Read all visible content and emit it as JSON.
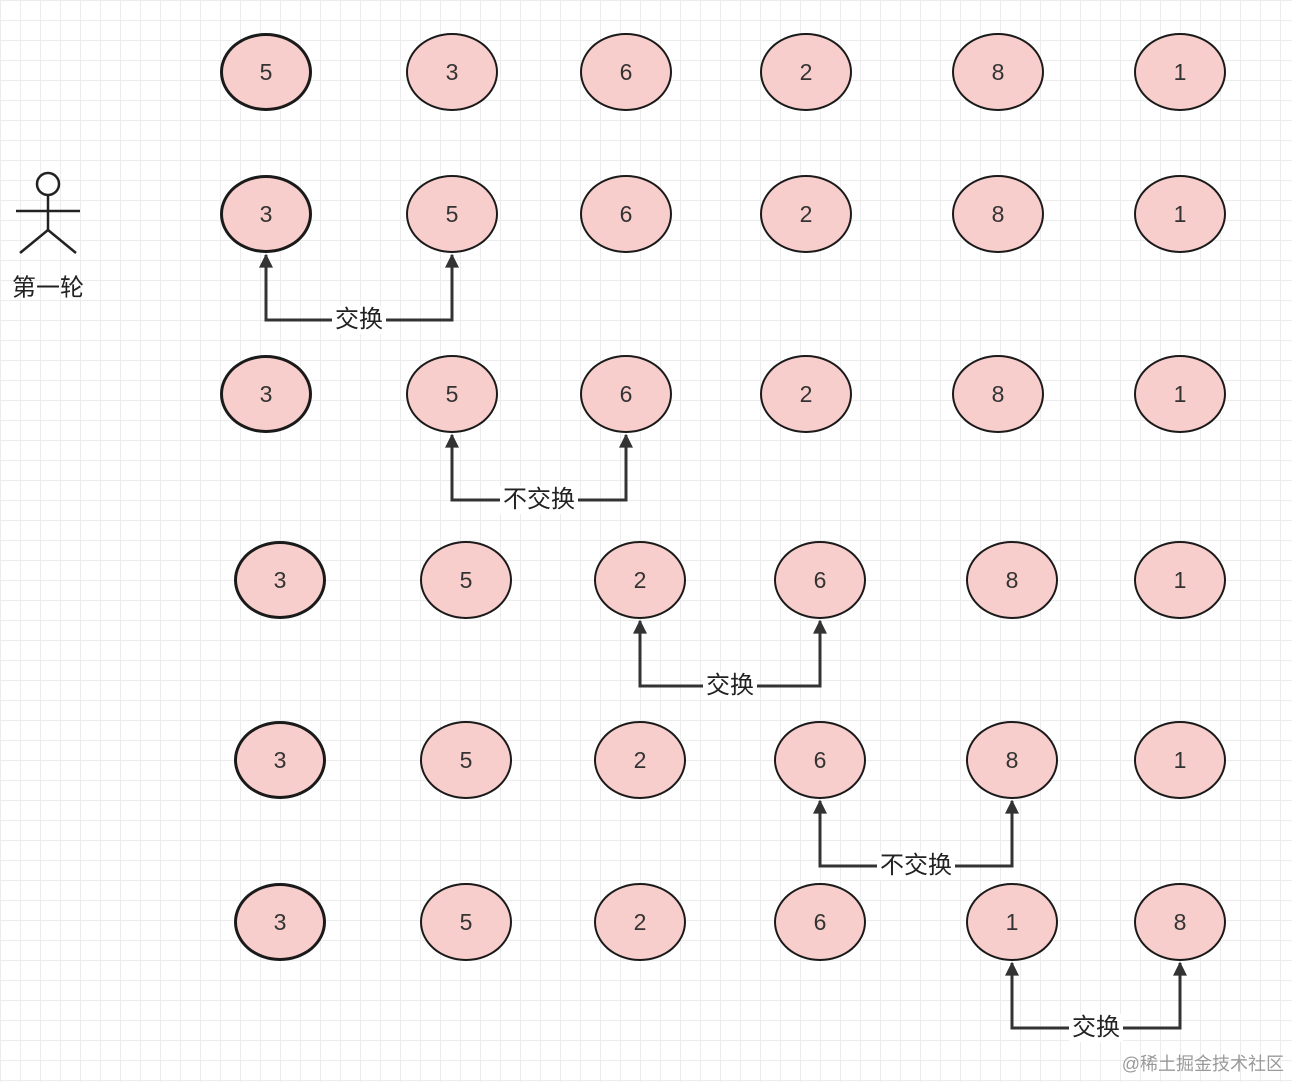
{
  "rows": [
    [
      "5",
      "3",
      "6",
      "2",
      "8",
      "1"
    ],
    [
      "3",
      "5",
      "6",
      "2",
      "8",
      "1"
    ],
    [
      "3",
      "5",
      "6",
      "2",
      "8",
      "1"
    ],
    [
      "3",
      "5",
      "2",
      "6",
      "8",
      "1"
    ],
    [
      "3",
      "5",
      "2",
      "6",
      "8",
      "1"
    ],
    [
      "3",
      "5",
      "2",
      "6",
      "1",
      "8"
    ]
  ],
  "comparisons": [
    {
      "row": 1,
      "from": 0,
      "to": 1,
      "label": "交换"
    },
    {
      "row": 2,
      "from": 1,
      "to": 2,
      "label": "不交换"
    },
    {
      "row": 3,
      "from": 2,
      "to": 3,
      "label": "交换"
    },
    {
      "row": 4,
      "from": 3,
      "to": 4,
      "label": "不交换"
    },
    {
      "row": 5,
      "from": 4,
      "to": 5,
      "label": "交换"
    }
  ],
  "actor": {
    "label": "第一轮",
    "icon": "stick-figure-icon"
  },
  "watermark": "@稀土掘金技术社区",
  "colors": {
    "node_fill": "#f8cecc",
    "node_stroke": "#1a1a1a",
    "connector": "#333333"
  }
}
